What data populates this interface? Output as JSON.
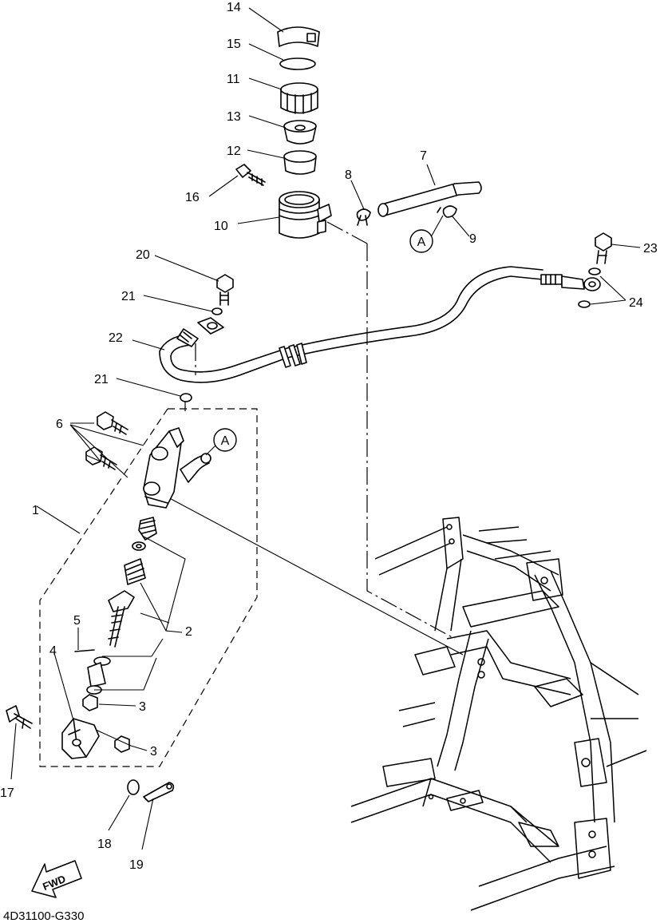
{
  "diagram_code": "4D31100-G330",
  "direction_label": "FWD",
  "reference_marks": [
    "A",
    "A"
  ],
  "callouts": {
    "c1": "1",
    "c2": "2",
    "c3a": "3",
    "c3b": "3",
    "c4": "4",
    "c5": "5",
    "c6": "6",
    "c7": "7",
    "c8": "8",
    "c9": "9",
    "c10": "10",
    "c11": "11",
    "c12": "12",
    "c13": "13",
    "c14": "14",
    "c15": "15",
    "c16": "16",
    "c17": "17",
    "c18": "18",
    "c19": "19",
    "c20": "20",
    "c21a": "21",
    "c21b": "21",
    "c22": "22",
    "c23": "23",
    "c24": "24"
  }
}
